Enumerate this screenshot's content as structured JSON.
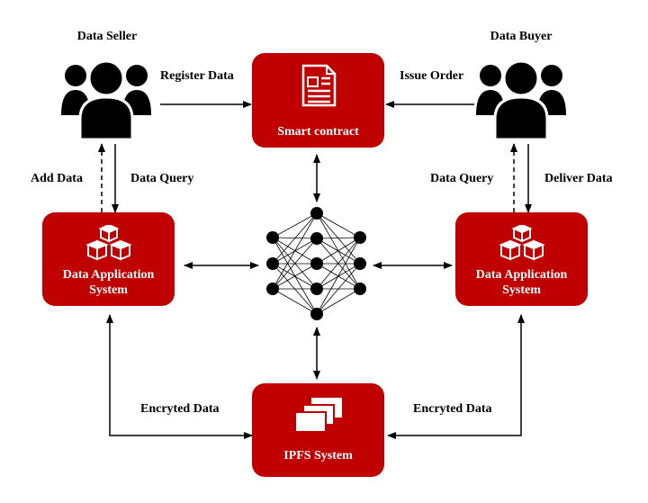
{
  "actors": {
    "seller": "Data Seller",
    "buyer": "Data Buyer"
  },
  "nodes": {
    "smart_contract": "Smart contract",
    "app_left_line1": "Data Application",
    "app_left_line2": "System",
    "app_right_line1": "Data Application",
    "app_right_line2": "System",
    "ipfs": "IPFS System"
  },
  "edges": {
    "register_data": "Register Data",
    "issue_order": "Issue Order",
    "add_data": "Add Data",
    "data_query_left": "Data Query",
    "data_query_right": "Data Query",
    "deliver_data": "Deliver Data",
    "encrypted_left": "Encryted Data",
    "encrypted_right": "Encryted Data"
  },
  "colors": {
    "node_fill": "#c00000",
    "ink": "#000000"
  },
  "icons": {
    "seller": "user-group-icon",
    "buyer": "user-group-icon",
    "smart_contract": "document-icon",
    "app_left": "cubes-icon",
    "app_right": "cubes-icon",
    "ipfs": "stacked-files-icon",
    "network": "neural-network-icon"
  }
}
